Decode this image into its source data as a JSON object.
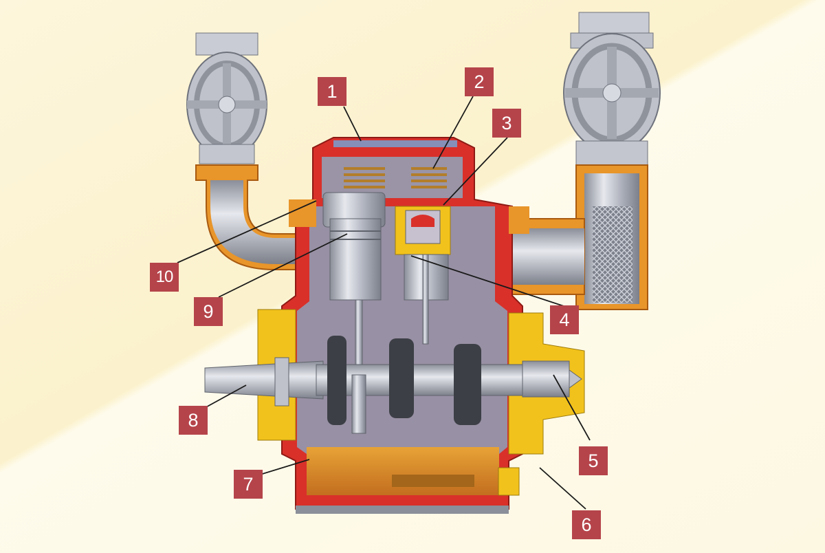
{
  "callouts": [
    {
      "id": "1",
      "text": "1"
    },
    {
      "id": "2",
      "text": "2"
    },
    {
      "id": "3",
      "text": "3"
    },
    {
      "id": "4",
      "text": "4"
    },
    {
      "id": "5",
      "text": "5"
    },
    {
      "id": "6",
      "text": "6"
    },
    {
      "id": "7",
      "text": "7"
    },
    {
      "id": "8",
      "text": "8"
    },
    {
      "id": "9",
      "text": "9"
    },
    {
      "id": "10",
      "text": "10"
    }
  ],
  "colors": {
    "label_bg": "#b5444a",
    "housing_red": "#d9302a",
    "oil_orange": "#e8961e",
    "steel_gray": "#b8bcc6",
    "interior_lilac": "#9890a4",
    "accent_yellow": "#f2c21c"
  }
}
